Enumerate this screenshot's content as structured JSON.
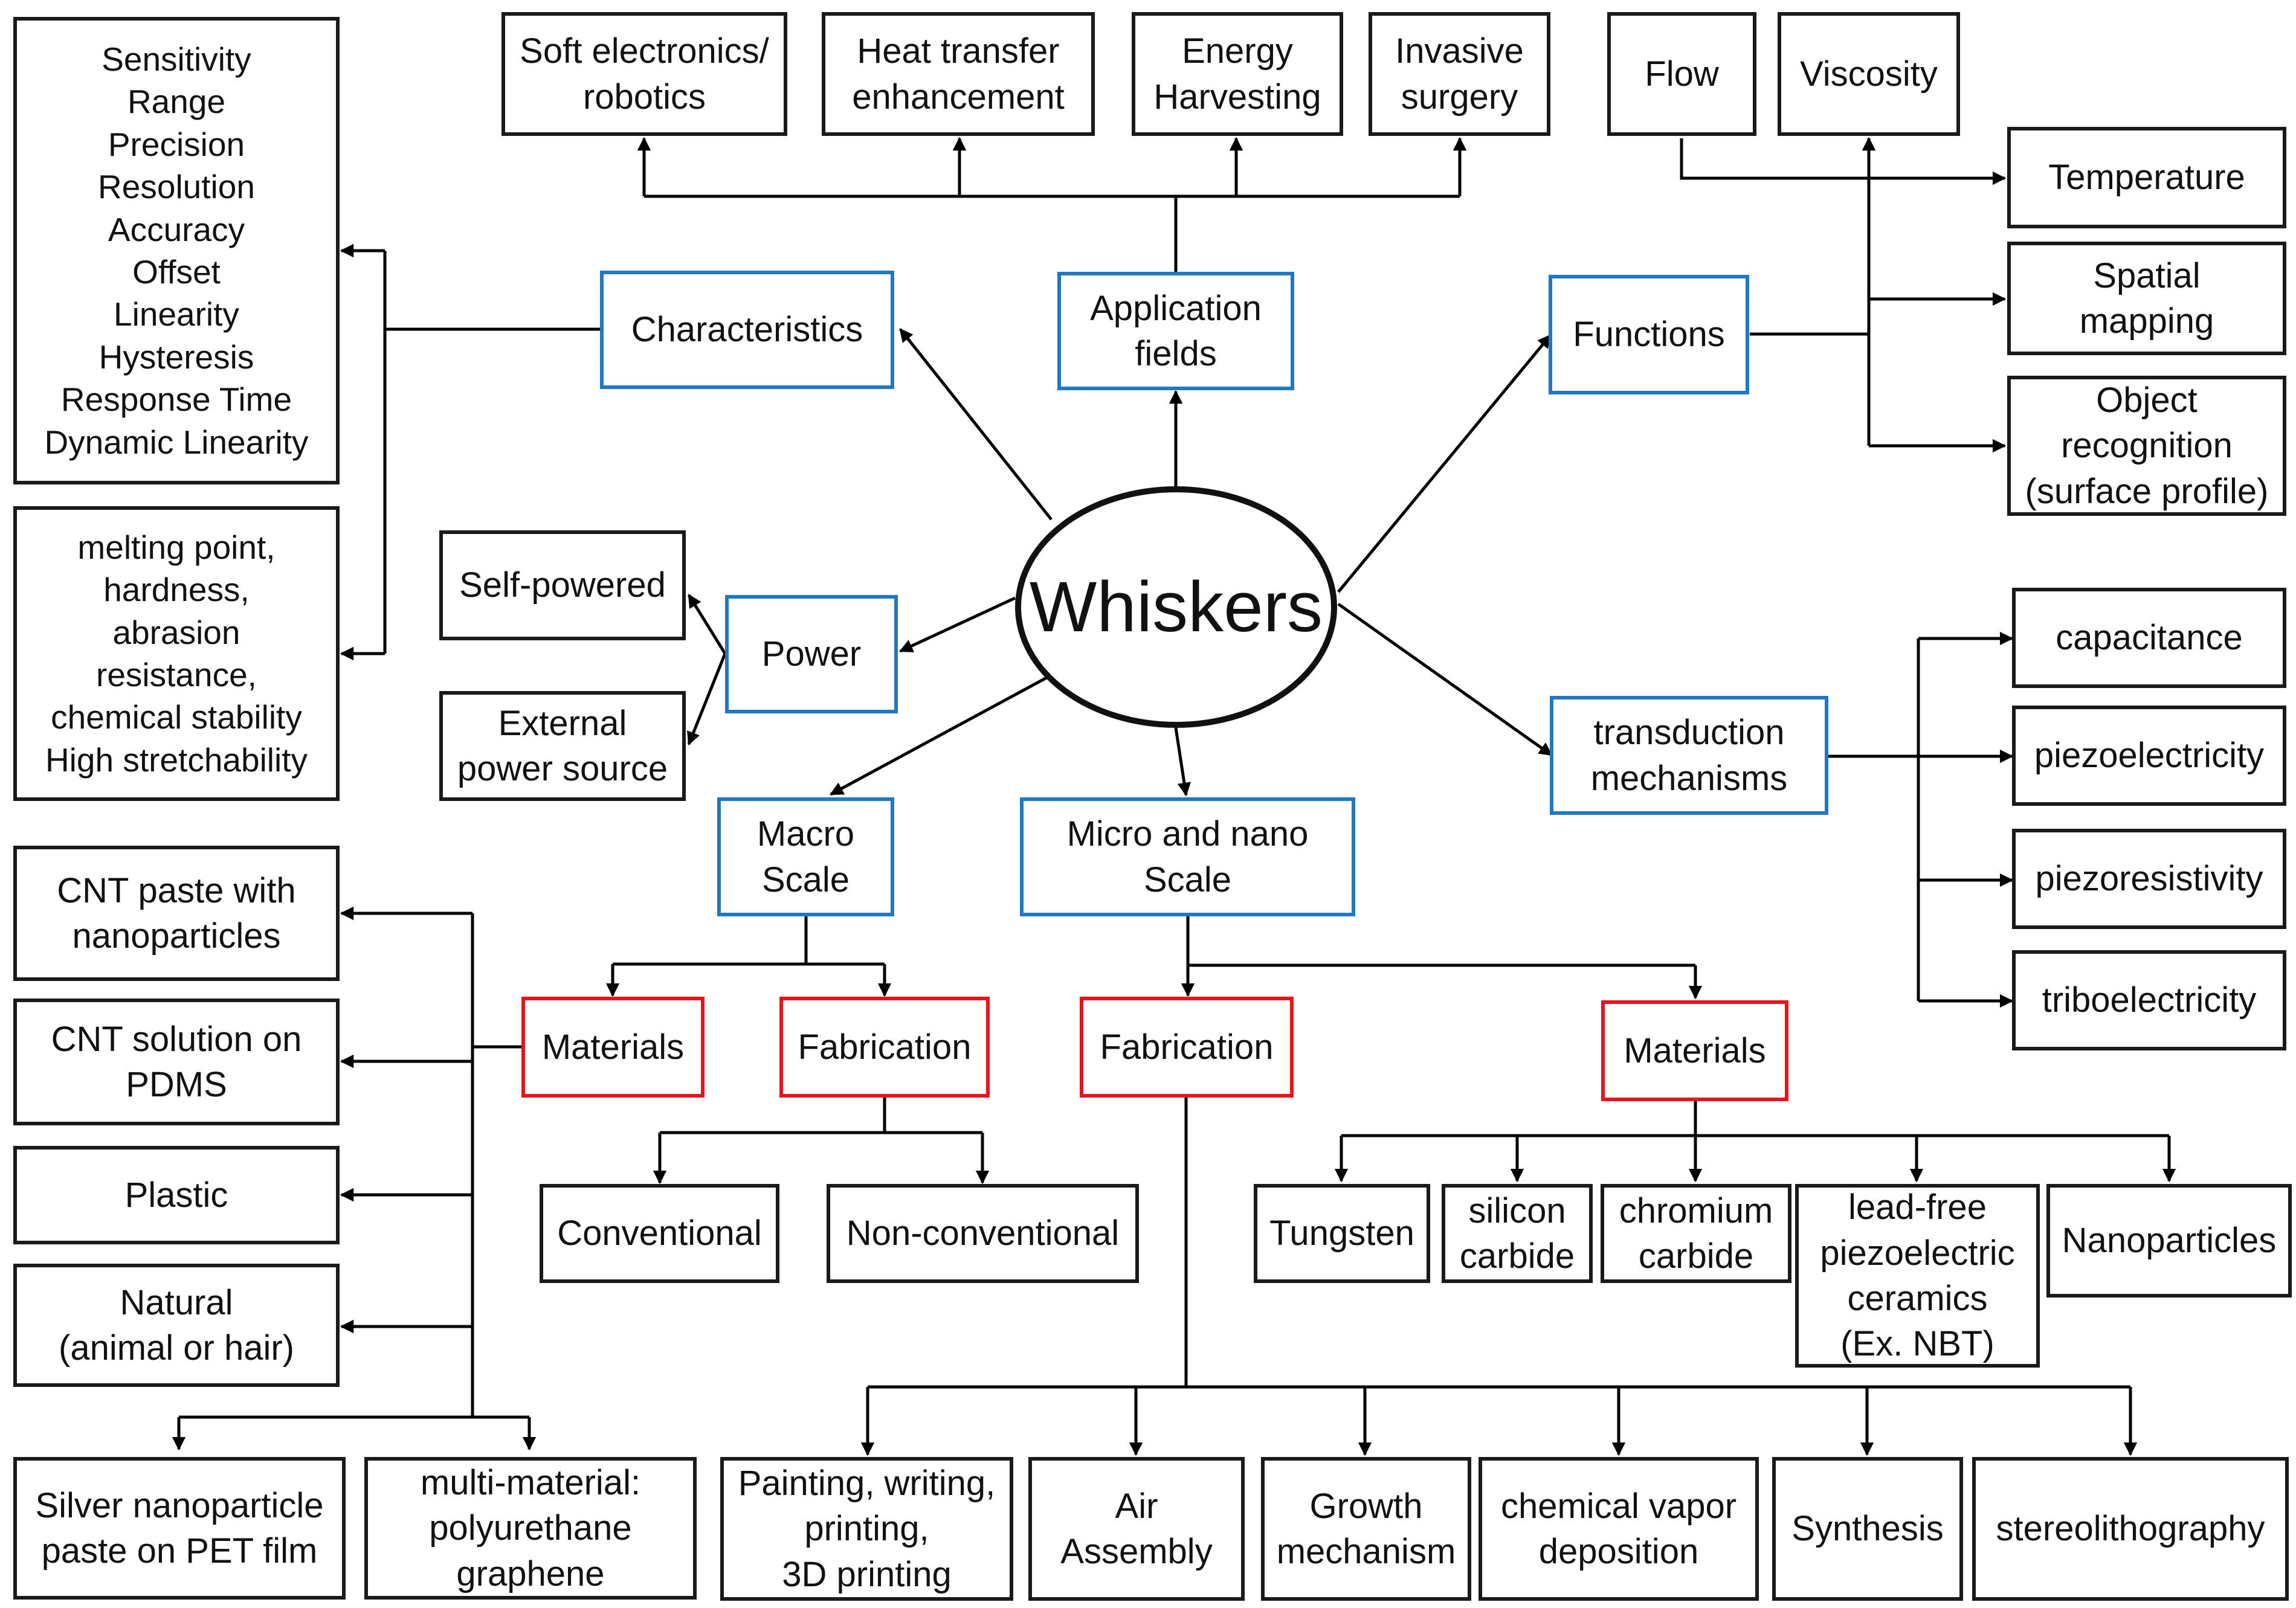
{
  "center": "Whiskers",
  "categories": {
    "characteristics": "Characteristics",
    "application": "Application\nfields",
    "functions": "Functions",
    "power": "Power",
    "transduction": "transduction\nmechanisms",
    "macro": "Macro\nScale",
    "micro": "Micro and nano\nScale"
  },
  "characteristics_list": "Sensitivity\nRange\nPrecision\nResolution\nAccuracy\nOffset\nLinearity\nHysteresis\nResponse Time\nDynamic Linearity",
  "properties_list": "melting point,\nhardness,\nabrasion\nresistance,\nchemical stability\nHigh stretchability",
  "applications": {
    "soft": "Soft electronics/\nrobotics",
    "heat": "Heat transfer\nenhancement",
    "energy": "Energy\nHarvesting",
    "surgery": "Invasive\nsurgery"
  },
  "functions": {
    "flow": "Flow",
    "viscosity": "Viscosity",
    "temperature": "Temperature",
    "spatial": "Spatial\nmapping",
    "object": "Object\nrecognition\n(surface profile)"
  },
  "power": {
    "self": "Self-powered",
    "external": "External\npower source"
  },
  "transduction": {
    "capacitance": "capacitance",
    "piezoelectricity": "piezoelectricity",
    "piezoresistivity": "piezoresistivity",
    "triboelectricity": "triboelectricity"
  },
  "macro": {
    "materials": "Materials",
    "fabrication": "Fabrication",
    "conventional": "Conventional",
    "nonconventional": "Non-conventional",
    "material_items": {
      "cnt_paste": "CNT paste with\nnanoparticles",
      "cnt_solution": "CNT solution on\nPDMS",
      "plastic": "Plastic",
      "natural": "Natural\n(animal or hair)",
      "silver": "Silver nanoparticle\npaste on PET film",
      "multi": "multi-material:\npolyurethane\ngraphene"
    }
  },
  "micro": {
    "fabrication": "Fabrication",
    "materials": "Materials",
    "material_items": {
      "tungsten": "Tungsten",
      "silicon": "silicon\ncarbide",
      "chromium": "chromium\ncarbide",
      "leadfree": "lead-free\npiezoelectric\nceramics\n(Ex. NBT)",
      "nanoparticles": "Nanoparticles"
    },
    "fabrication_items": {
      "painting": "Painting, writing,\nprinting,\n3D printing",
      "air": "Air\nAssembly",
      "growth": "Growth\nmechanism",
      "cvd": "chemical vapor\ndeposition",
      "synthesis": "Synthesis",
      "stereo": "stereolithography"
    }
  },
  "colors": {
    "category_border": "#1f78c1",
    "subcategory_border": "#e8131b",
    "line": "#000000"
  }
}
